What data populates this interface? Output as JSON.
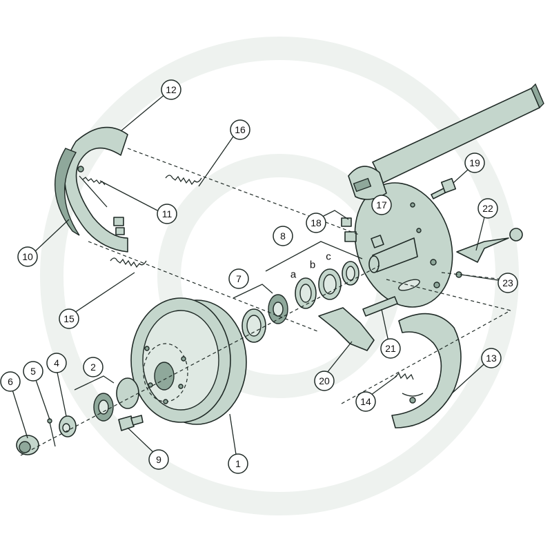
{
  "callouts": [
    "1",
    "2",
    "4",
    "5",
    "6",
    "7",
    "8",
    "9",
    "10",
    "11",
    "12",
    "13",
    "14",
    "15",
    "16",
    "17",
    "18",
    "19",
    "20",
    "21",
    "22",
    "23"
  ],
  "letters": [
    "a",
    "b",
    "c"
  ],
  "colors": {
    "part": "#c4d6cc",
    "outline": "#1f2a26",
    "watermark": "#eef2ef"
  }
}
